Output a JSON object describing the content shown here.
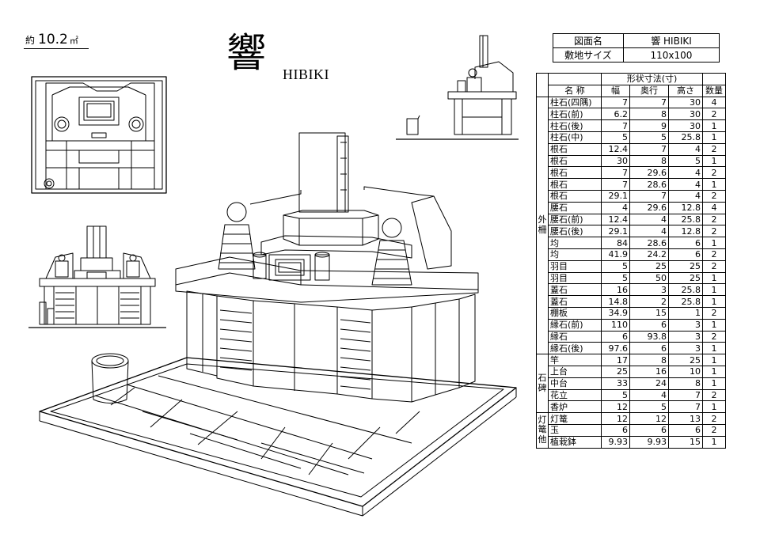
{
  "area": {
    "label": "約",
    "value": "10.2",
    "unit": "㎡"
  },
  "title": {
    "kanji": "響",
    "latin": "HIBIKI"
  },
  "info": {
    "rows": [
      {
        "key": "図面名",
        "value": "響 HIBIKI"
      },
      {
        "key": "敷地サイズ",
        "value": "110x100"
      }
    ]
  },
  "spec": {
    "header_dims": "形状寸法(寸)",
    "col_name": "名 称",
    "col_width": "幅",
    "col_depth": "奥行",
    "col_height": "高さ",
    "col_qty": "数量",
    "groups": [
      {
        "label": [
          "外",
          "柵"
        ],
        "rows": [
          {
            "name": "柱石(四隅)",
            "w": "7",
            "d": "7",
            "h": "30",
            "q": "4"
          },
          {
            "name": "柱石(前)",
            "w": "6.2",
            "d": "8",
            "h": "30",
            "q": "2"
          },
          {
            "name": "柱石(後)",
            "w": "7",
            "d": "9",
            "h": "30",
            "q": "1"
          },
          {
            "name": "柱石(中)",
            "w": "5",
            "d": "5",
            "h": "25.8",
            "q": "1"
          },
          {
            "name": "根石",
            "w": "12.4",
            "d": "7",
            "h": "4",
            "q": "2"
          },
          {
            "name": "根石",
            "w": "30",
            "d": "8",
            "h": "5",
            "q": "1"
          },
          {
            "name": "根石",
            "w": "7",
            "d": "29.6",
            "h": "4",
            "q": "2"
          },
          {
            "name": "根石",
            "w": "7",
            "d": "28.6",
            "h": "4",
            "q": "1"
          },
          {
            "name": "根石",
            "w": "29.1",
            "d": "7",
            "h": "4",
            "q": "2"
          },
          {
            "name": "腰石",
            "w": "4",
            "d": "29.6",
            "h": "12.8",
            "q": "4"
          },
          {
            "name": "腰石(前)",
            "w": "12.4",
            "d": "4",
            "h": "25.8",
            "q": "2"
          },
          {
            "name": "腰石(後)",
            "w": "29.1",
            "d": "4",
            "h": "12.8",
            "q": "2"
          },
          {
            "name": "均",
            "w": "84",
            "d": "28.6",
            "h": "6",
            "q": "1"
          },
          {
            "name": "均",
            "w": "41.9",
            "d": "24.2",
            "h": "6",
            "q": "2"
          },
          {
            "name": "羽目",
            "w": "5",
            "d": "25",
            "h": "25",
            "q": "2"
          },
          {
            "name": "羽目",
            "w": "5",
            "d": "50",
            "h": "25",
            "q": "1"
          },
          {
            "name": "蓋石",
            "w": "16",
            "d": "3",
            "h": "25.8",
            "q": "1"
          },
          {
            "name": "蓋石",
            "w": "14.8",
            "d": "2",
            "h": "25.8",
            "q": "1"
          },
          {
            "name": "棚板",
            "w": "34.9",
            "d": "15",
            "h": "1",
            "q": "2"
          },
          {
            "name": "縁石(前)",
            "w": "110",
            "d": "6",
            "h": "3",
            "q": "1"
          },
          {
            "name": "縁石",
            "w": "6",
            "d": "93.8",
            "h": "3",
            "q": "2"
          },
          {
            "name": "縁石(後)",
            "w": "97.6",
            "d": "6",
            "h": "3",
            "q": "1"
          }
        ]
      },
      {
        "label": [
          "石",
          "碑"
        ],
        "rows": [
          {
            "name": "竿",
            "w": "17",
            "d": "8",
            "h": "25",
            "q": "1"
          },
          {
            "name": "上台",
            "w": "25",
            "d": "16",
            "h": "10",
            "q": "1"
          },
          {
            "name": "中台",
            "w": "33",
            "d": "24",
            "h": "8",
            "q": "1"
          },
          {
            "name": "花立",
            "w": "5",
            "d": "4",
            "h": "7",
            "q": "2"
          },
          {
            "name": "香炉",
            "w": "12",
            "d": "5",
            "h": "7",
            "q": "1"
          }
        ]
      },
      {
        "label": [
          "灯",
          "篭",
          "他"
        ],
        "rows": [
          {
            "name": "灯篭",
            "w": "12",
            "d": "12",
            "h": "13",
            "q": "2"
          },
          {
            "name": "玉",
            "w": "6",
            "d": "6",
            "h": "6",
            "q": "2"
          },
          {
            "name": "植栽鉢",
            "w": "9.93",
            "d": "9.93",
            "h": "15",
            "q": "1"
          }
        ]
      }
    ]
  },
  "colors": {
    "line": "#000000",
    "paper": "#ffffff"
  }
}
